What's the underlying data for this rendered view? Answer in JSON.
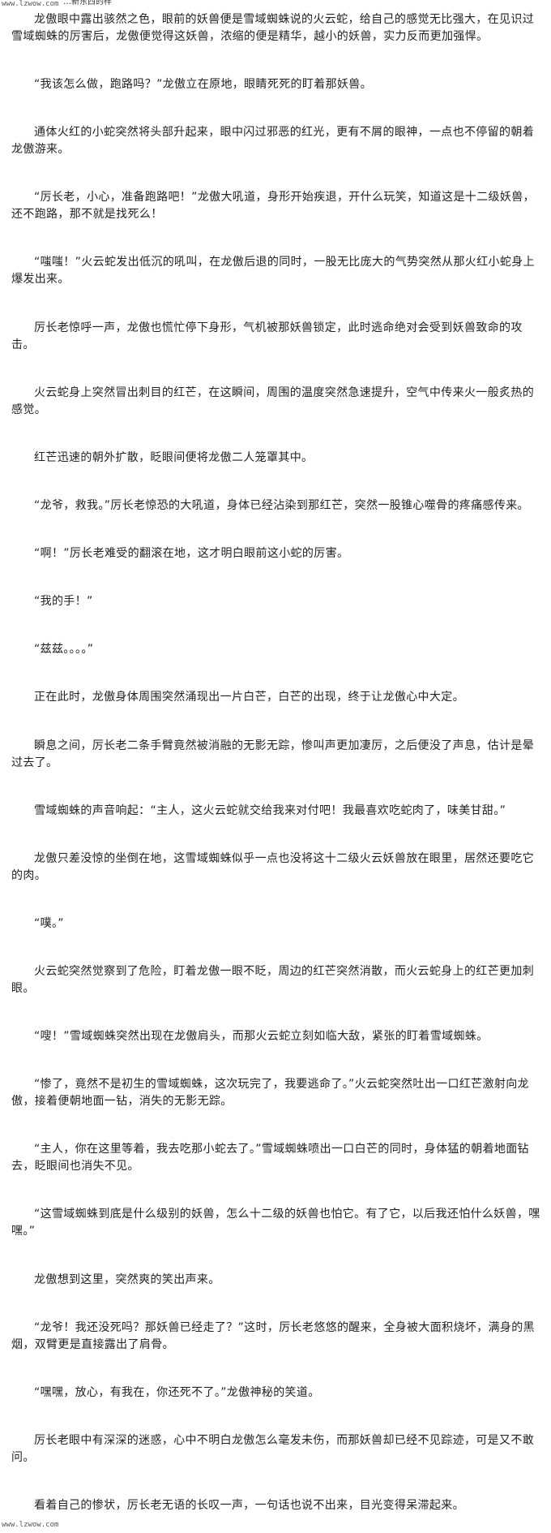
{
  "watermark": {
    "top": "www.lzwow.com",
    "top_cut": "…新东西的样",
    "bottom": "www.lzwow.com"
  },
  "paragraphs": [
    "龙傲眼中露出骇然之色，眼前的妖兽便是雪域蜘蛛说的火云蛇，给自己的感觉无比强大，在见识过雪域蜘蛛的厉害后，龙傲便觉得这妖兽，浓缩的便是精华，越小的妖兽，实力反而更加强悍。",
    "“我该怎么做，跑路吗？”龙傲立在原地，眼睛死死的盯着那妖兽。",
    "通体火红的小蛇突然将头部升起来，眼中闪过邪恶的红光，更有不屑的眼神，一点也不停留的朝着龙傲游来。",
    "“厉长老，小心，准备跑路吧！”龙傲大吼道，身形开始疾退，开什么玩笑，知道这是十二级妖兽，还不跑路，那不就是找死么！",
    "“嗤嗤！”火云蛇发出低沉的吼叫，在龙傲后退的同时，一股无比庞大的气势突然从那火红小蛇身上爆发出来。",
    "厉长老惊呼一声，龙傲也慌忙停下身形，气机被那妖兽锁定，此时逃命绝对会受到妖兽致命的攻击。",
    "火云蛇身上突然冒出刺目的红芒，在这瞬间，周围的温度突然急速提升，空气中传来火一般炙热的感觉。",
    "红芒迅速的朝外扩散，眨眼间便将龙傲二人笼罩其中。",
    "“龙爷，救我。”厉长老惊恐的大吼道，身体已经沾染到那红芒，突然一股锥心噬骨的疼痛感传来。",
    "“啊！”厉长老难受的翻滚在地，这才明白眼前这小蛇的厉害。",
    "“我的手！”",
    "“兹兹。。。。”",
    "正在此时，龙傲身体周围突然涌现出一片白芒，白芒的出现，终于让龙傲心中大定。",
    "瞬息之间，厉长老二条手臂竟然被消融的无影无踪，惨叫声更加凄厉，之后便没了声息，估计是晕过去了。",
    "雪域蜘蛛的声音响起：“主人，这火云蛇就交给我来对付吧！我最喜欢吃蛇肉了，味美甘甜。”",
    "龙傲只差没惊的坐倒在地，这雪域蜘蛛似乎一点也没将这十二级火云妖兽放在眼里，居然还要吃它的肉。",
    "“噗。”",
    "火云蛇突然觉察到了危险，盯着龙傲一眼不眨，周边的红芒突然消散，而火云蛇身上的红芒更加刺眼。",
    "“嗖！”雪域蜘蛛突然出现在龙傲肩头，而那火云蛇立刻如临大敌，紧张的盯着雪域蜘蛛。",
    "“惨了，竟然不是初生的雪域蜘蛛，这次玩完了，我要逃命了。”火云蛇突然吐出一口红芒激射向龙傲，接着便朝地面一钻，消失的无影无踪。",
    "“主人，你在这里等着，我去吃那小蛇去了。”雪域蜘蛛喷出一口白芒的同时，身体猛的朝着地面钻去，眨眼间也消失不见。",
    "“这雪域蜘蛛到底是什么级别的妖兽，怎么十二级的妖兽也怕它。有了它，以后我还怕什么妖兽，嘿嘿。”",
    "龙傲想到这里，突然爽的笑出声来。",
    "“龙爷！我还没死吗？那妖兽已经走了？”这时，厉长老悠悠的醒来，全身被大面积烧坏，满身的黑烟，双臂更是直接露出了肩骨。",
    "“嘿嘿，放心，有我在，你还死不了。”龙傲神秘的笑道。",
    "厉长老眼中有深深的迷惑，心中不明白龙傲怎么毫发未伤，而那妖兽却已经不见踪迹，可是又不敢问。",
    "看着自己的惨状，厉长老无语的长叹一声，一句话也说不出来，目光变得呆滞起来。"
  ]
}
